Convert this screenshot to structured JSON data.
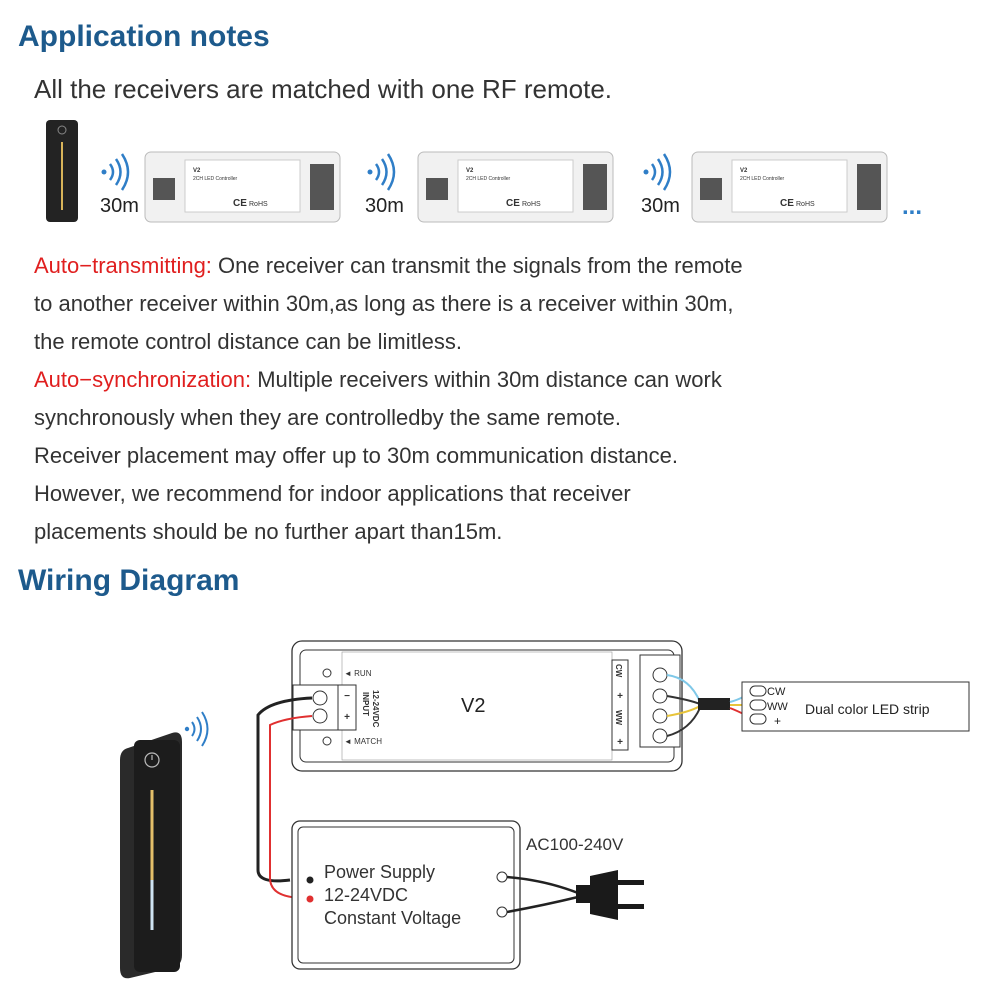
{
  "headings": {
    "app_notes": "Application notes",
    "wiring": "Wiring Diagram"
  },
  "intro": "All the receivers are matched with one RF remote.",
  "range_labels": [
    "30m",
    "30m",
    "30m"
  ],
  "ellipsis": "...",
  "controller_label": {
    "model": "V2",
    "name": "2CH LED Controller",
    "ce": "CE",
    "rohs": "RoHS"
  },
  "paragraphs": {
    "transmit_label": "Auto−transmitting:",
    "transmit_1": " One receiver can transmit the signals from the remote",
    "transmit_2": "to another receiver within 30m,as long as there is a receiver within 30m,",
    "transmit_3": "the remote control distance can be limitless.",
    "sync_label": "Auto−synchronization:",
    "sync_1": " Multiple receivers within 30m distance can work",
    "sync_2": "synchronously when they are controlledby the same remote.",
    "note_1": "Receiver placement may offer up to 30m communication distance.",
    "note_2": "However, we recommend for indoor applications that receiver",
    "note_3": "placements should be no further apart than15m."
  },
  "diagram": {
    "controller_model": "V2",
    "run": "RUN",
    "match": "MATCH",
    "input": "INPUT",
    "input_voltage": "12-24VDC",
    "minus": "−",
    "plus": "+",
    "out_cw": "CW",
    "out_ww": "WW",
    "strip_cw": "CW",
    "strip_ww": "WW",
    "strip_plus": "+",
    "strip_label": "Dual color LED strip",
    "ac": "AC100-240V",
    "psu_1": "Power Supply",
    "psu_2": "12-24VDC",
    "psu_3": "Constant Voltage"
  }
}
